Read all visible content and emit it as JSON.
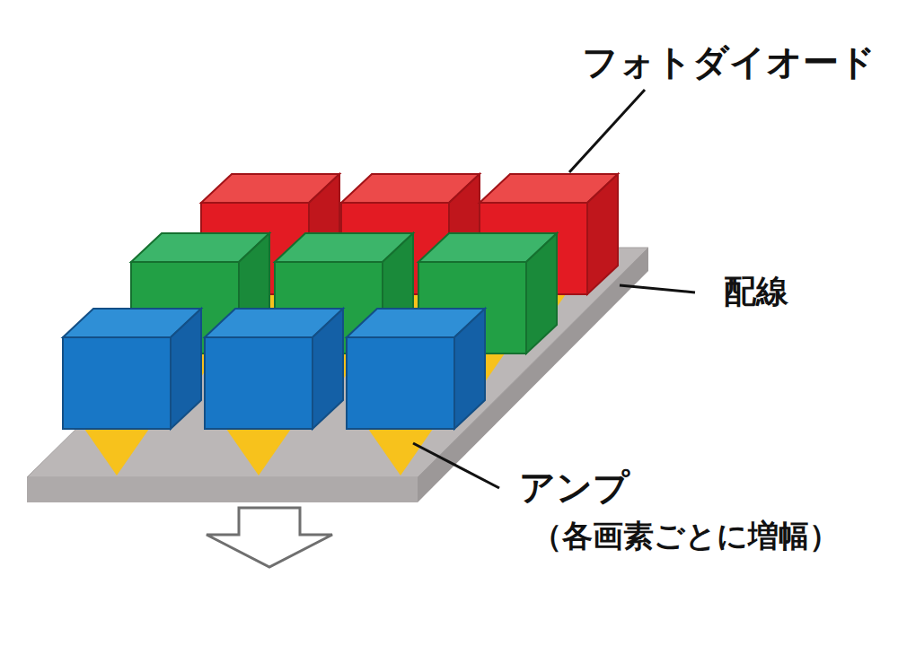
{
  "diagram": {
    "labels": [
      "フォトダイオード",
      "配線",
      "アンプ",
      "（各画素ごとに増幅）"
    ]
  }
}
